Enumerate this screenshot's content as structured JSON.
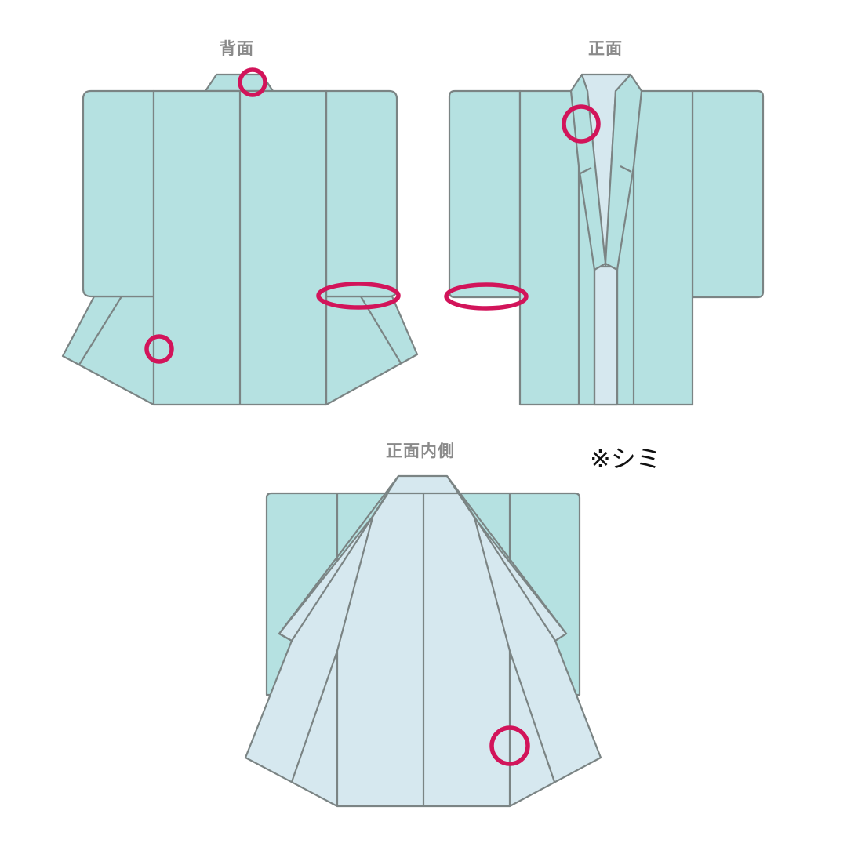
{
  "labels": {
    "back": "背面",
    "front": "正面",
    "front_inside": "正面内側"
  },
  "legend": {
    "text": "※シミ",
    "meaning": "stain"
  },
  "colors": {
    "outer_fabric": "#b5e1e1",
    "lining": "#d6e8ef",
    "outline": "#7b8484",
    "stain_marker": "#d2145a",
    "label_text": "#8a8a8a"
  },
  "markers": [
    {
      "view": "back",
      "shape": "circle",
      "location": "collar top"
    },
    {
      "view": "back",
      "shape": "circle",
      "location": "lower left side seam"
    },
    {
      "view": "back",
      "shape": "ellipse",
      "location": "right sleeve bottom"
    },
    {
      "view": "front",
      "shape": "circle",
      "location": "left collar"
    },
    {
      "view": "front",
      "shape": "ellipse",
      "location": "left sleeve bottom"
    },
    {
      "view": "front_inside",
      "shape": "circle",
      "location": "lower right lining panel"
    }
  ]
}
